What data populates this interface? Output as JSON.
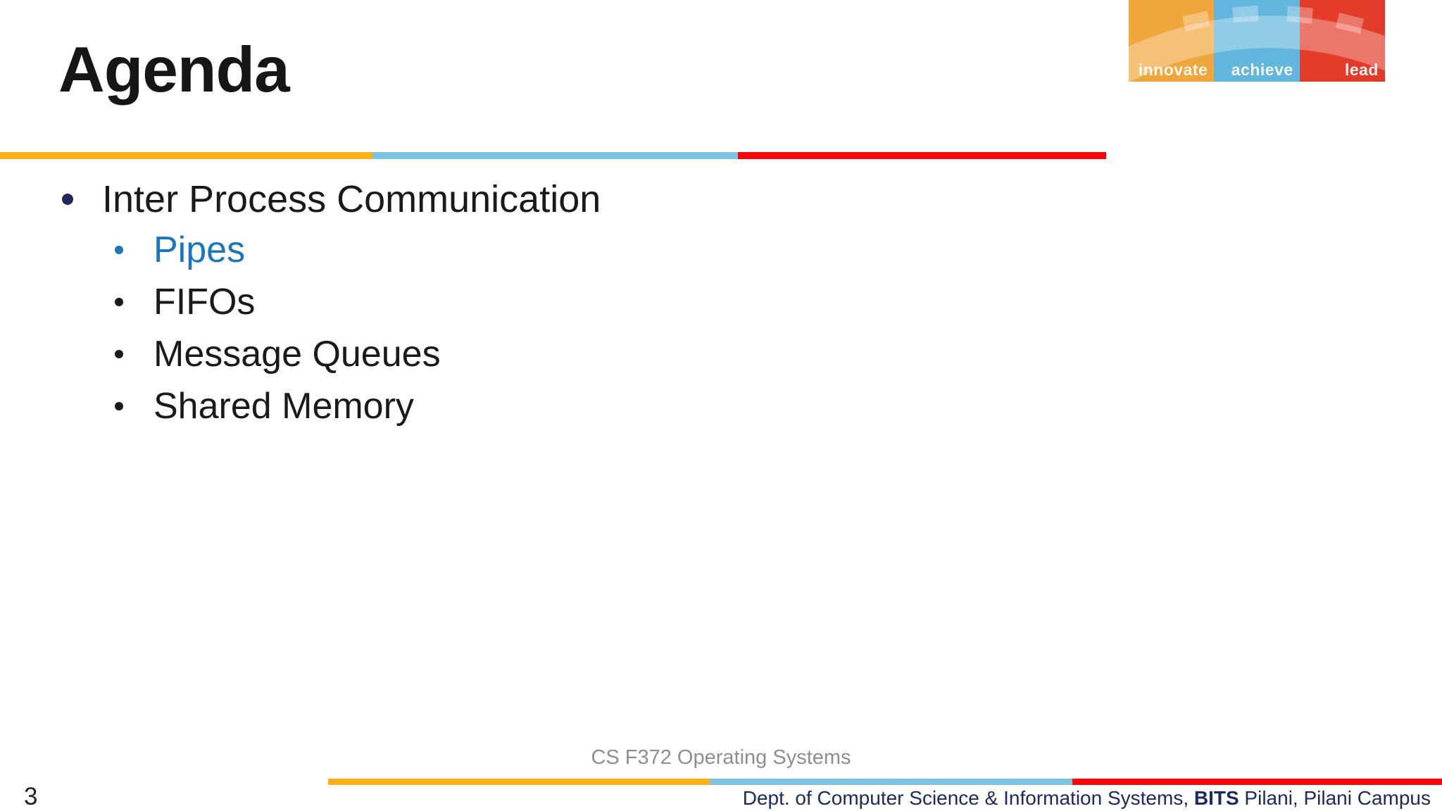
{
  "title": "Agenda",
  "page_number": "3",
  "content": {
    "level1_item": "Inter Process Communication",
    "sub_items": [
      "Pipes",
      "FIFOs",
      "Message Queues",
      "Shared Memory"
    ],
    "highlighted_item": "Pipes"
  },
  "footer": {
    "course_label": "CS F372 Operating Systems",
    "dept_prefix": "Dept. of Computer Science & Information Systems, ",
    "dept_bold": "BITS",
    "dept_suffix": " Pilani, Pilani Campus"
  },
  "logo": {
    "labels": [
      "innovate",
      "achieve",
      "lead"
    ]
  },
  "colors": {
    "rule_orange": "#FBB117",
    "rule_skyblue": "#7CC3E2",
    "rule_red": "#F70808",
    "logo_orange": "#EFA63B",
    "logo_blue": "#62B5DC",
    "logo_red": "#E33B2A",
    "highlight_blue": "#1B75BC",
    "level1_bullet_navy": "#26265F",
    "footer_navy": "#1B2A63",
    "footer_gray": "#8E8E8E",
    "text_black": "#1a1a1a"
  }
}
